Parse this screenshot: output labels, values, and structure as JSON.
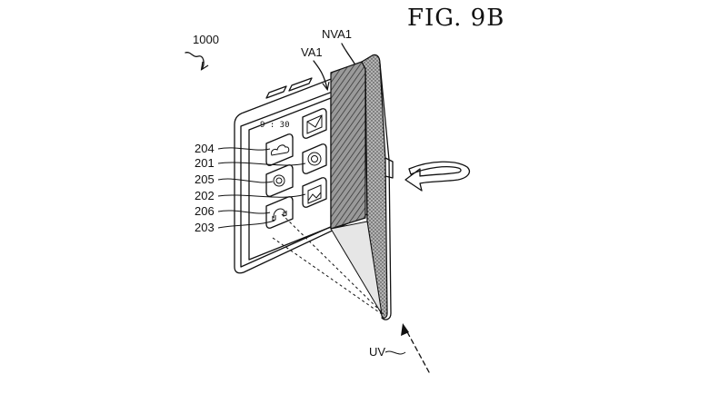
{
  "figure": {
    "title": "FIG. 9B"
  },
  "labels": {
    "device": "1000",
    "display_area": "VA1",
    "non_display_area": "NVA1",
    "light": "UV",
    "icon_204": "204",
    "icon_201": "201",
    "icon_205": "205",
    "icon_202": "202",
    "icon_206": "206",
    "icon_203": "203"
  },
  "screen": {
    "clock": "9 : 30"
  },
  "icons": [
    "cloud-icon",
    "mail-icon",
    "compass-icon",
    "camera-icon",
    "photo-icon",
    "headphones-icon"
  ],
  "arrows": [
    "rotation-arrow",
    "uv-arrow"
  ]
}
